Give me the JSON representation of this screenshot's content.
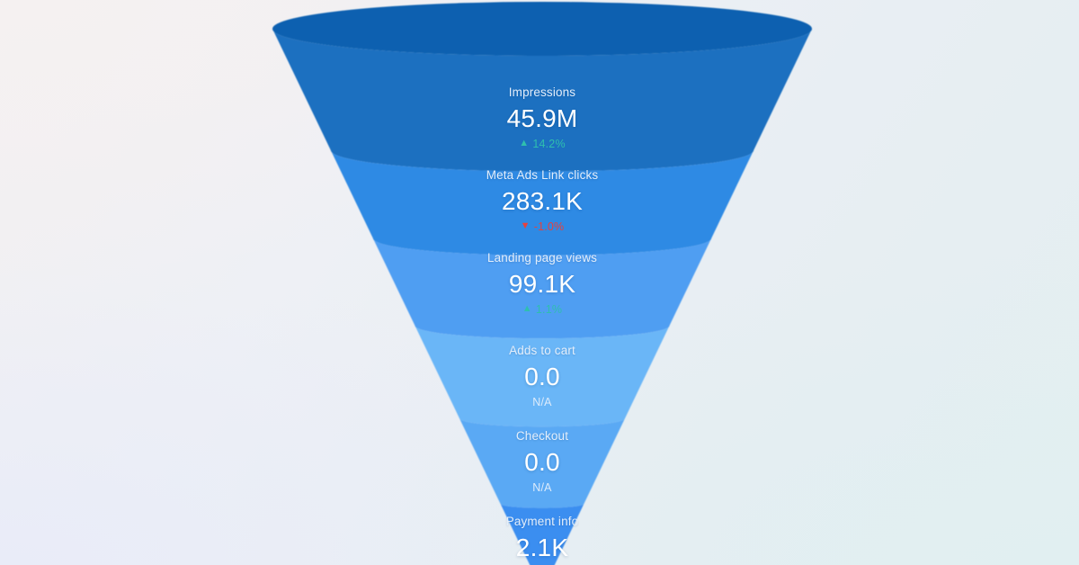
{
  "chart_data": {
    "type": "funnel",
    "title": "",
    "orientation": "vertical",
    "background": {
      "top_left": "#f3f0f1",
      "bottom_left": "#e8ecf7",
      "bottom_right": "#e2eff0",
      "top_right": "#eef1f4"
    },
    "cap_color": "#0d61b0",
    "stages": [
      {
        "label": "Impressions",
        "value": "45.9M",
        "numeric_value": 45900000,
        "delta": "14.2%",
        "delta_direction": "up",
        "delta_color": "#2fbfae",
        "color": "#1a6fc0",
        "top_half_width": 300,
        "bottom_half_width": 252
      },
      {
        "label": "Meta Ads Link clicks",
        "value": "283.1K",
        "numeric_value": 283100,
        "delta": "-1.0%",
        "delta_direction": "down",
        "delta_color": "#e8413c",
        "color": "#2e8ae4",
        "top_half_width": 252,
        "bottom_half_width": 200
      },
      {
        "label": "Landing page views",
        "value": "99.1K",
        "numeric_value": 99100,
        "delta": "1.1%",
        "delta_direction": "up",
        "delta_color": "#2fbfae",
        "color": "#4f9ef2",
        "top_half_width": 200,
        "bottom_half_width": 150
      },
      {
        "label": "Adds to cart",
        "value": "0.0",
        "numeric_value": 0,
        "delta": "N/A",
        "delta_direction": "none",
        "delta_color": "#dcebfb",
        "color": "#6bb6f7",
        "top_half_width": 150,
        "bottom_half_width": 100
      },
      {
        "label": "Checkout",
        "value": "0.0",
        "numeric_value": 0,
        "delta": "N/A",
        "delta_direction": "none",
        "delta_color": "#dcebfb",
        "color": "#5aa9f4",
        "top_half_width": 100,
        "bottom_half_width": 54
      },
      {
        "label": "Payment info",
        "value": "2.1K",
        "numeric_value": 2100,
        "delta": "",
        "delta_direction": "none",
        "delta_color": "#dcebfb",
        "color": "#3b8ef0",
        "top_half_width": 54,
        "bottom_half_width": 10
      }
    ],
    "arrow_up_glyph": "▲",
    "arrow_down_glyph": "▼"
  }
}
